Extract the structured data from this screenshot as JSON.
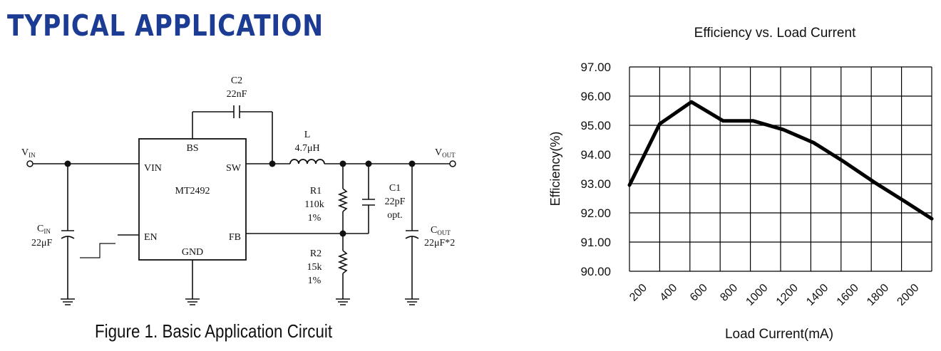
{
  "header": {
    "title": "TYPICAL APPLICATION"
  },
  "circuit": {
    "caption": "Figure 1. Basic Application Circuit",
    "ic": {
      "name": "MT2492",
      "pins": {
        "bs": "BS",
        "vin": "VIN",
        "sw": "SW",
        "en": "EN",
        "fb": "FB",
        "gnd": "GND"
      }
    },
    "vin": {
      "main": "V",
      "sub": "IN"
    },
    "vout": {
      "main": "V",
      "sub": "OUT"
    },
    "c2": {
      "ref": "C2",
      "value": "22nF"
    },
    "inductor": {
      "ref": "L",
      "value": "4.7μH"
    },
    "r1": {
      "ref": "R1",
      "value": "110k",
      "tol": "1%"
    },
    "r2": {
      "ref": "R2",
      "value": "15k",
      "tol": "1%"
    },
    "c1": {
      "ref": "C1",
      "value": "22pF",
      "note": "opt."
    },
    "cin": {
      "main": "C",
      "sub": "IN",
      "value": "22μF"
    },
    "cout": {
      "main": "C",
      "sub": "OUT",
      "value": "22μF*2"
    }
  },
  "chart_data": {
    "type": "line",
    "title": "Efficiency vs. Load Current",
    "xlabel": "Load Current(mA)",
    "ylabel": "Efficiency(%)",
    "categories": [
      "200",
      "400",
      "600",
      "800",
      "1000",
      "1200",
      "1400",
      "1600",
      "1800",
      "2000"
    ],
    "y_ticks": [
      "90.00",
      "91.00",
      "92.00",
      "93.00",
      "94.00",
      "95.00",
      "96.00",
      "97.00"
    ],
    "ylim": [
      90,
      97
    ],
    "xlim": [
      100,
      2100
    ],
    "grid": true,
    "series": [
      {
        "x": [
          100,
          300,
          510,
          720,
          920,
          1120,
          1320,
          1520,
          1720,
          1920,
          2100
        ],
        "values": [
          92.95,
          95.05,
          95.8,
          95.15,
          95.15,
          94.85,
          94.4,
          93.75,
          93.05,
          92.4,
          91.8
        ]
      }
    ],
    "colors": {
      "line": "#000000",
      "grid": "#000000"
    }
  }
}
